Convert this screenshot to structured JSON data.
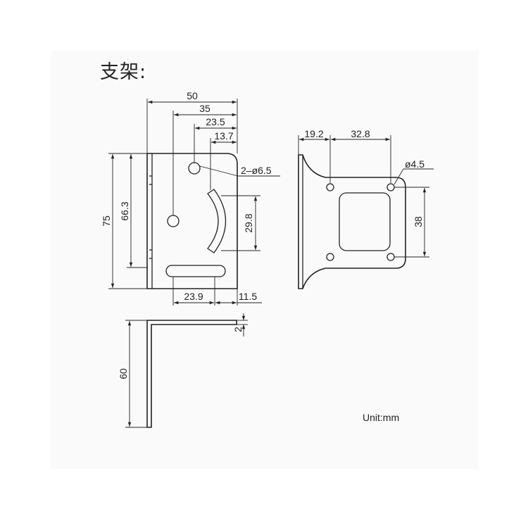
{
  "title": "支架:",
  "unit_note": "Unit:mm",
  "front_view": {
    "dims": {
      "width_total": "50",
      "to_center_hole": "35",
      "to_upper_hole": "23.5",
      "to_arc_slot": "13.7",
      "hole_callout": "2–ø6.5",
      "height_total": "75",
      "height_inner": "66.3",
      "arc_slot_span": "29.8",
      "bottom_slot_length": "23.9",
      "bottom_slot_offset": "11.5"
    }
  },
  "side_view": {
    "dims": {
      "height": "60",
      "thickness": "2"
    }
  },
  "plate_view": {
    "dims": {
      "edge_to_hole": "19.2",
      "hole_spacing_h": "32.8",
      "hole_diameter": "ø4.5",
      "hole_spacing_v": "38"
    }
  }
}
